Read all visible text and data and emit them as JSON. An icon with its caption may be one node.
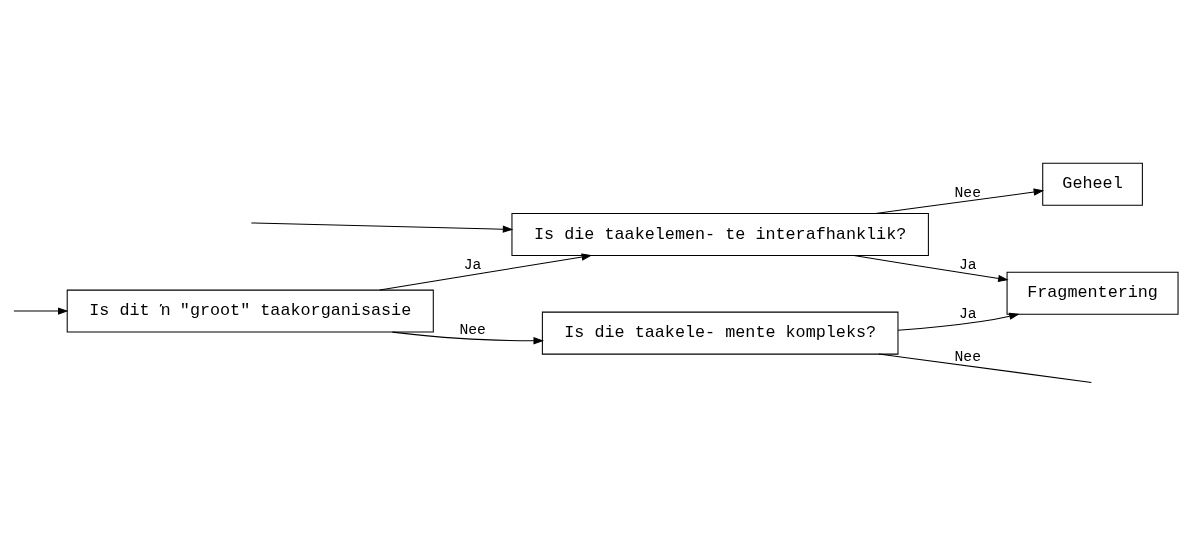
{
  "diagram": {
    "nodes": [
      {
        "text": [
          "Is dit ŉ \"groot\" taakorganisasie"
        ]
      },
      {
        "text": [
          "Is die taakelemen- te interafhanklik?"
        ]
      },
      {
        "text": [
          "Fragmentering"
        ]
      },
      {
        "text": [
          "Geheel"
        ]
      },
      {
        "text": [
          "Is die taakele- mente kompleks?"
        ]
      }
    ],
    "edges": [
      {
        "from": null,
        "to": 0,
        "arrow": "to"
      },
      {
        "from": 0,
        "to": 1,
        "arrow": "to",
        "label": "Ja"
      },
      {
        "from": 1,
        "to": 2,
        "arrow": "to",
        "label": "Ja"
      },
      {
        "from": 1,
        "to": 3,
        "arrow": "to",
        "label": "Nee"
      },
      {
        "from": 0,
        "to": 4,
        "arrow": "to",
        "label": "Nee"
      },
      {
        "from": 4,
        "to": 2,
        "arrow": "to",
        "label": "Ja"
      },
      {
        "from": 4,
        "to": null,
        "arrow": "none",
        "label": "Nee"
      },
      {
        "from": null,
        "to": 1,
        "arrow": "to"
      }
    ]
  }
}
